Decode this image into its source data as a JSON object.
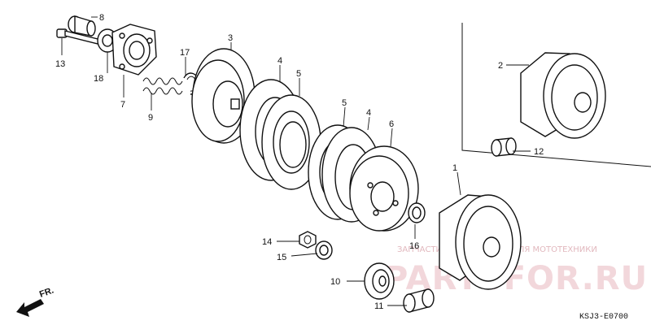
{
  "parts": {
    "p1": "1",
    "p2": "2",
    "p3": "3",
    "p4a": "4",
    "p4b": "4",
    "p5a": "5",
    "p5b": "5",
    "p6": "6",
    "p7": "7",
    "p8": "8",
    "p9": "9",
    "p10": "10",
    "p11": "11",
    "p12": "12",
    "p13": "13",
    "p14": "14",
    "p15": "15",
    "p16": "16",
    "p17": "17",
    "p18": "18"
  },
  "diagram_code": "KSJ3-E0700",
  "front_marker": "FR.",
  "watermark": {
    "caption": "ЗАПЧАСТИ И АКСЕССУАРЫ ДЛЯ МОТОТЕХНИКИ",
    "logo_text": "PARTSFOR.RU"
  },
  "colors": {
    "line": "#111111",
    "watermark": "#d8a0a8"
  }
}
